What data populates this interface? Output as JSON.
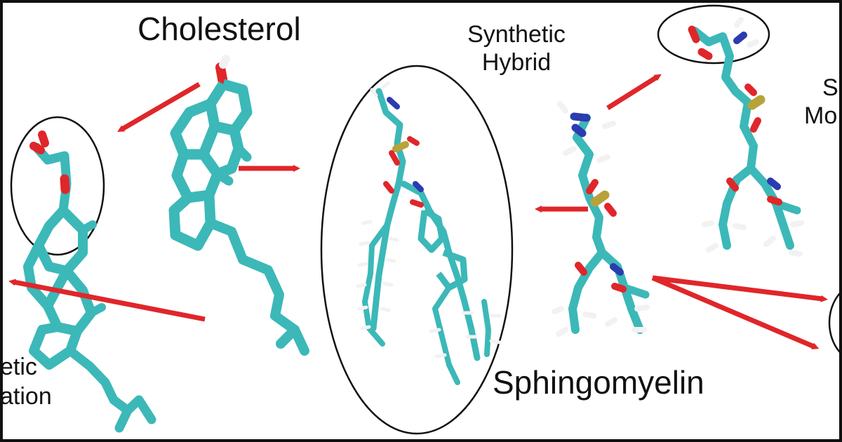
{
  "labels": {
    "cholesterol": "Cholesterol",
    "synthetic_hybrid_line1": "Synthetic",
    "synthetic_hybrid_line2": "Hybrid",
    "sphingomyelin": "Sphingomyelin",
    "right_partial_line1": "S",
    "right_partial_line2": "Mo",
    "left_partial_line1": "etic",
    "left_partial_line2": "ation"
  },
  "colors": {
    "background": "#ffffff",
    "border": "#111111",
    "carbon": "#3cb8b8",
    "carbon_dark": "#2a8f8f",
    "oxygen": "#e0262a",
    "nitrogen": "#2c3bb0",
    "phosphorus": "#b8a23a",
    "hydrogen": "#f2f2f2",
    "arrow": "#e0262a",
    "ellipse": "#111111"
  },
  "molecules": [
    "modified-cholesterol",
    "cholesterol",
    "synthetic-hybrid",
    "sphingomyelin",
    "serine-modified-sphingomyelin"
  ]
}
